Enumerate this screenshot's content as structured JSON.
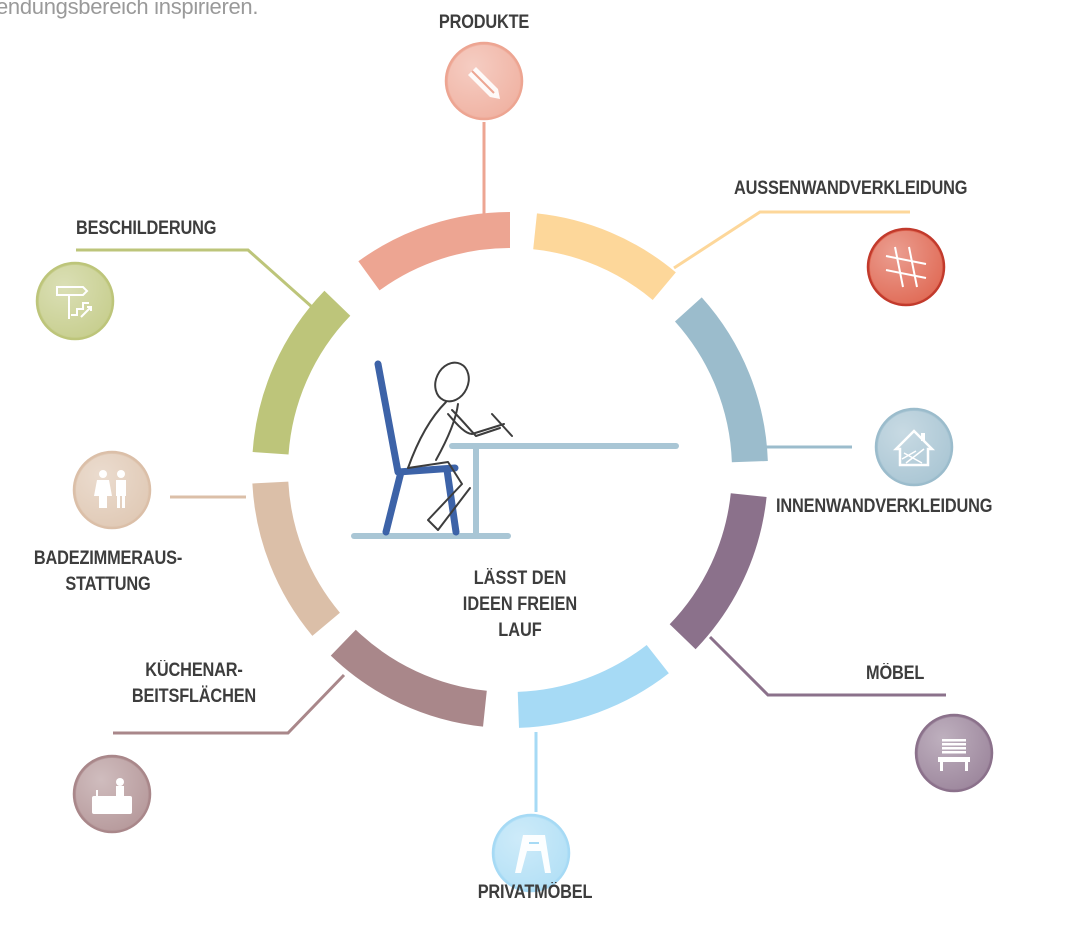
{
  "intro_text": "endungsbereich inspirieren.",
  "center_text": {
    "line1": "LÄSST DEN",
    "line2": "IDEEN FREIEN",
    "line3": "LAUF"
  },
  "categories": [
    {
      "key": "produkte",
      "label": "PRODUKTE",
      "color": "#eda592",
      "icon": "pencil-icon"
    },
    {
      "key": "aussen",
      "label": "AUSSENWANDVERKLEIDUNG",
      "color": "#fdd79a",
      "icon": "grid-wall-icon"
    },
    {
      "key": "innen",
      "label": "INNENWANDVERKLEIDUNG",
      "color": "#9bbccc",
      "icon": "house-icon"
    },
    {
      "key": "moebel",
      "label": "MÖBEL",
      "color": "#8b718b",
      "icon": "bench-icon"
    },
    {
      "key": "privat",
      "label": "PRIVATMÖBEL",
      "color": "#a6daf5",
      "icon": "sign-board-icon"
    },
    {
      "key": "kueche",
      "label_line1": "KÜCHENAR-",
      "label_line2": "BEITSFLÄCHEN",
      "color": "#a9878a",
      "icon": "kitchen-counter-icon"
    },
    {
      "key": "bad",
      "label_line1": "BADEZIMMERAUS-",
      "label_line2": "STATTUNG",
      "color": "#dbbfa8",
      "icon": "restroom-icon"
    },
    {
      "key": "schild",
      "label": "BESCHILDERUNG",
      "color": "#bdc57a",
      "icon": "signpost-icon"
    }
  ]
}
